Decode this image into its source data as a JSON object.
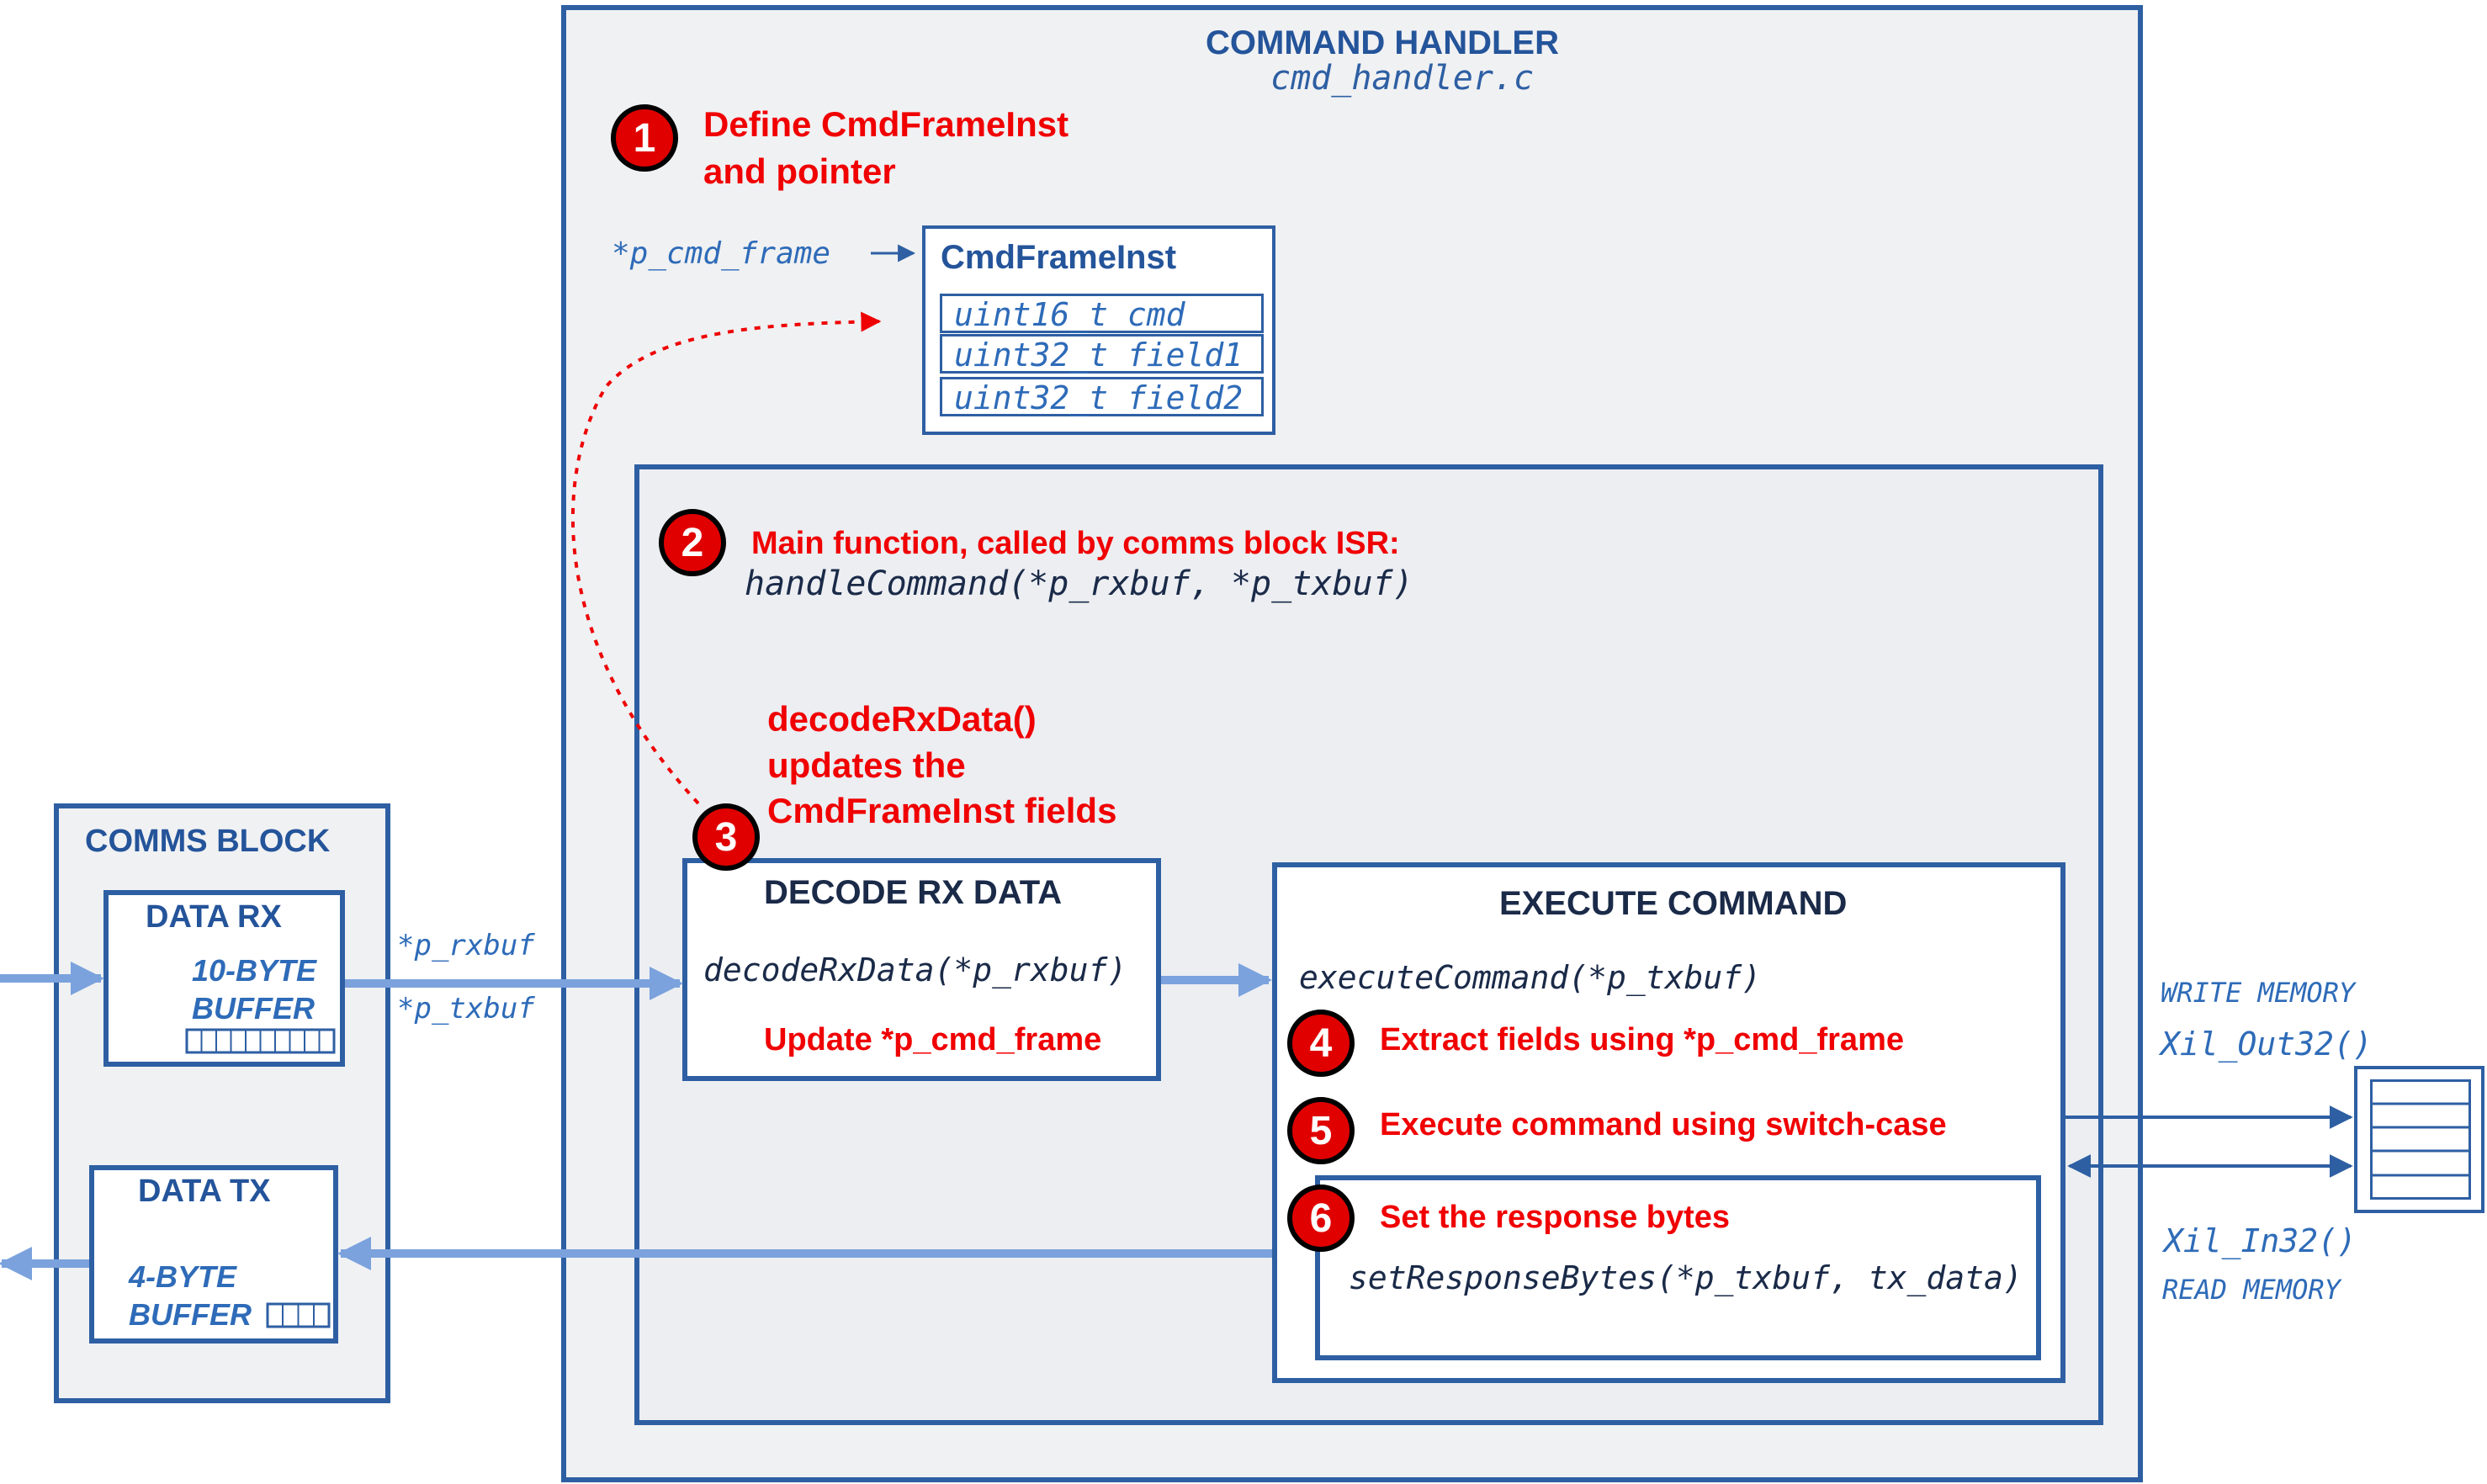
{
  "command_handler": {
    "title": "COMMAND HANDLER",
    "filename": "cmd_handler.c"
  },
  "step1": {
    "badge": "1",
    "line1": "Define CmdFrameInst",
    "line2": "and pointer"
  },
  "pointer_label": "*p_cmd_frame",
  "cmd_frame_inst": {
    "title": "CmdFrameInst",
    "fields": [
      "uint16_t cmd",
      "uint32_t field1",
      "uint32_t field2"
    ]
  },
  "step2": {
    "badge": "2",
    "label": "Main function, called by comms block ISR:",
    "code": "handleCommand(*p_rxbuf, *p_txbuf)"
  },
  "step3": {
    "badge": "3",
    "line1": "decodeRxData()",
    "line2": "updates the",
    "line3": "CmdFrameInst fields"
  },
  "decode_rx": {
    "title": "DECODE RX DATA",
    "code": "decodeRxData(*p_rxbuf)",
    "note": "Update *p_cmd_frame"
  },
  "execute": {
    "title": "EXECUTE COMMAND",
    "code": "executeCommand(*p_txbuf)",
    "step4_badge": "4",
    "step4": "Extract fields using *p_cmd_frame",
    "step5_badge": "5",
    "step5": "Execute command using switch-case",
    "step6_badge": "6",
    "step6": "Set the response bytes",
    "step6_code": "setResponseBytes(*p_txbuf, tx_data)"
  },
  "comms_block": {
    "title": "COMMS BLOCK",
    "data_rx": {
      "title": "DATA RX",
      "line1": "10-BYTE",
      "line2": "BUFFER"
    },
    "data_tx": {
      "title": "DATA TX",
      "line1": "4-BYTE",
      "line2": "BUFFER"
    }
  },
  "buffer_labels": {
    "rx": "*p_rxbuf",
    "tx": "*p_txbuf"
  },
  "memory": {
    "write_label": "WRITE MEMORY",
    "write_func": "Xil_Out32()",
    "read_func": "Xil_In32()",
    "read_label": "READ MEMORY"
  },
  "colors": {
    "frame_border": "#2e5fa3",
    "panel_fill": "#f0f1f3",
    "text_blue": "#2e6bb8",
    "text_navy": "#1a3a6b",
    "red": "#f00000",
    "arrow_light": "#7ba2dd"
  }
}
